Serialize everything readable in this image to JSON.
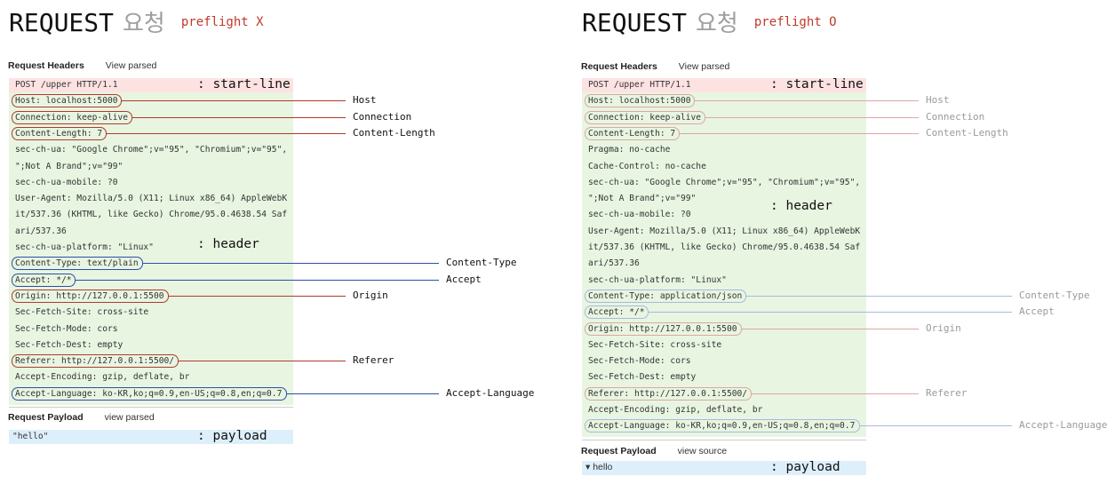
{
  "left": {
    "title": "REQUEST",
    "title_kor": "요청",
    "preflight": "preflight X",
    "section_headers": "Request Headers",
    "section_headers_link": "View parsed",
    "request_lines": [
      "POST /upper HTTP/1.1",
      "Host: localhost:5000",
      "Connection: keep-alive",
      "Content-Length: 7",
      "sec-ch-ua: \"Google Chrome\";v=\"95\", \"Chromium\";v=\"95\",",
      "\";Not A Brand\";v=\"99\"",
      "sec-ch-ua-mobile: ?0",
      "User-Agent: Mozilla/5.0 (X11; Linux x86_64) AppleWebK",
      "it/537.36 (KHTML, like Gecko) Chrome/95.0.4638.54 Saf",
      "ari/537.36",
      "sec-ch-ua-platform: \"Linux\"",
      "Content-Type: text/plain",
      "Accept: */*",
      "Origin: http://127.0.0.1:5500",
      "Sec-Fetch-Site: cross-site",
      "Sec-Fetch-Mode: cors",
      "Sec-Fetch-Dest: empty",
      "Referer: http://127.0.0.1:5500/",
      "Accept-Encoding: gzip, deflate, br",
      "Accept-Language: ko-KR,ko;q=0.9,en-US;q=0.8,en;q=0.7"
    ],
    "startline_label": ": start-line",
    "header_label": ": header",
    "section_payload": "Request Payload",
    "section_payload_link": "view parsed",
    "payload_value": "\"hello\"",
    "payload_label": ": payload",
    "callouts": [
      {
        "line": 1,
        "label": "Host",
        "color": "#b03a2e"
      },
      {
        "line": 2,
        "label": "Connection",
        "color": "#b03a2e"
      },
      {
        "line": 3,
        "label": "Content-Length",
        "color": "#b03a2e"
      },
      {
        "line": 11,
        "label": "Content-Type",
        "color": "#2c4fa8"
      },
      {
        "line": 12,
        "label": "Accept",
        "color": "#2c4fa8"
      },
      {
        "line": 13,
        "label": "Origin",
        "color": "#b03a2e"
      },
      {
        "line": 17,
        "label": "Referer",
        "color": "#b03a2e"
      },
      {
        "line": 19,
        "label": "Accept-Language",
        "color": "#2c4fa8"
      }
    ]
  },
  "right": {
    "title": "REQUEST",
    "title_kor": "요청",
    "preflight": "preflight O",
    "section_headers": "Request Headers",
    "section_headers_link": "View parsed",
    "request_lines": [
      "POST /upper HTTP/1.1",
      "Host: localhost:5000",
      "Connection: keep-alive",
      "Content-Length: 7",
      "Pragma: no-cache",
      "Cache-Control: no-cache",
      "sec-ch-ua: \"Google Chrome\";v=\"95\", \"Chromium\";v=\"95\",",
      "\";Not A Brand\";v=\"99\"",
      "sec-ch-ua-mobile: ?0",
      "User-Agent: Mozilla/5.0 (X11; Linux x86_64) AppleWebK",
      "it/537.36 (KHTML, like Gecko) Chrome/95.0.4638.54 Saf",
      "ari/537.36",
      "sec-ch-ua-platform: \"Linux\"",
      "Content-Type: application/json",
      "Accept: */*",
      "Origin: http://127.0.0.1:5500",
      "Sec-Fetch-Site: cross-site",
      "Sec-Fetch-Mode: cors",
      "Sec-Fetch-Dest: empty",
      "Referer: http://127.0.0.1:5500/",
      "Accept-Encoding: gzip, deflate, br",
      "Accept-Language: ko-KR,ko;q=0.9,en-US;q=0.8,en;q=0.7"
    ],
    "startline_label": ": start-line",
    "header_label": ": header",
    "section_payload": "Request Payload",
    "section_payload_link": "view source",
    "payload_value": "▾ hello",
    "payload_label": ": payload",
    "callouts": [
      {
        "line": 1,
        "label": "Host",
        "color": "#d9a9a3"
      },
      {
        "line": 2,
        "label": "Connection",
        "color": "#d9a9a3"
      },
      {
        "line": 3,
        "label": "Content-Length",
        "color": "#d9a9a3"
      },
      {
        "line": 13,
        "label": "Content-Type",
        "color": "#a8b8e0"
      },
      {
        "line": 14,
        "label": "Accept",
        "color": "#a8b8e0"
      },
      {
        "line": 15,
        "label": "Origin",
        "color": "#d9a9a3"
      },
      {
        "line": 19,
        "label": "Referer",
        "color": "#d9a9a3"
      },
      {
        "line": 21,
        "label": "Accept-Language",
        "color": "#a8b8e0"
      }
    ]
  }
}
